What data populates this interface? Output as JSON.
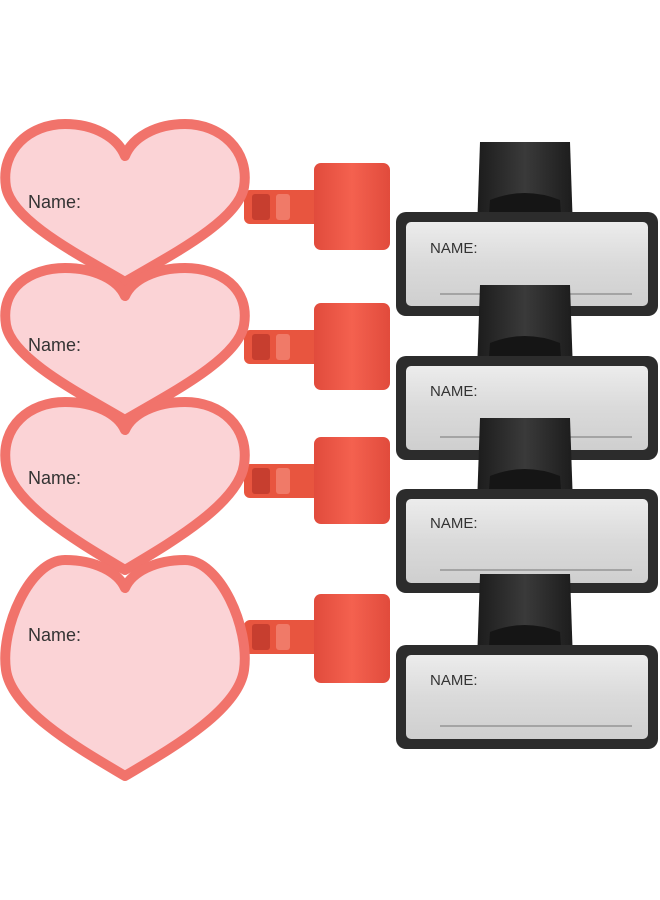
{
  "heart_tags": {
    "label": "Name:",
    "count": 4
  },
  "rect_tags": {
    "label": "NAME:",
    "count": 4
  },
  "colors": {
    "heart_fill": "#fbd3d6",
    "heart_rim": "#f1736b",
    "clip_red": "#f05a4a",
    "clip_red_dark": "#d9463a",
    "frame_dark": "#2c2c2c",
    "plate_silver": "#dedede",
    "clip_black": "#252525",
    "text_dark": "#333333"
  }
}
